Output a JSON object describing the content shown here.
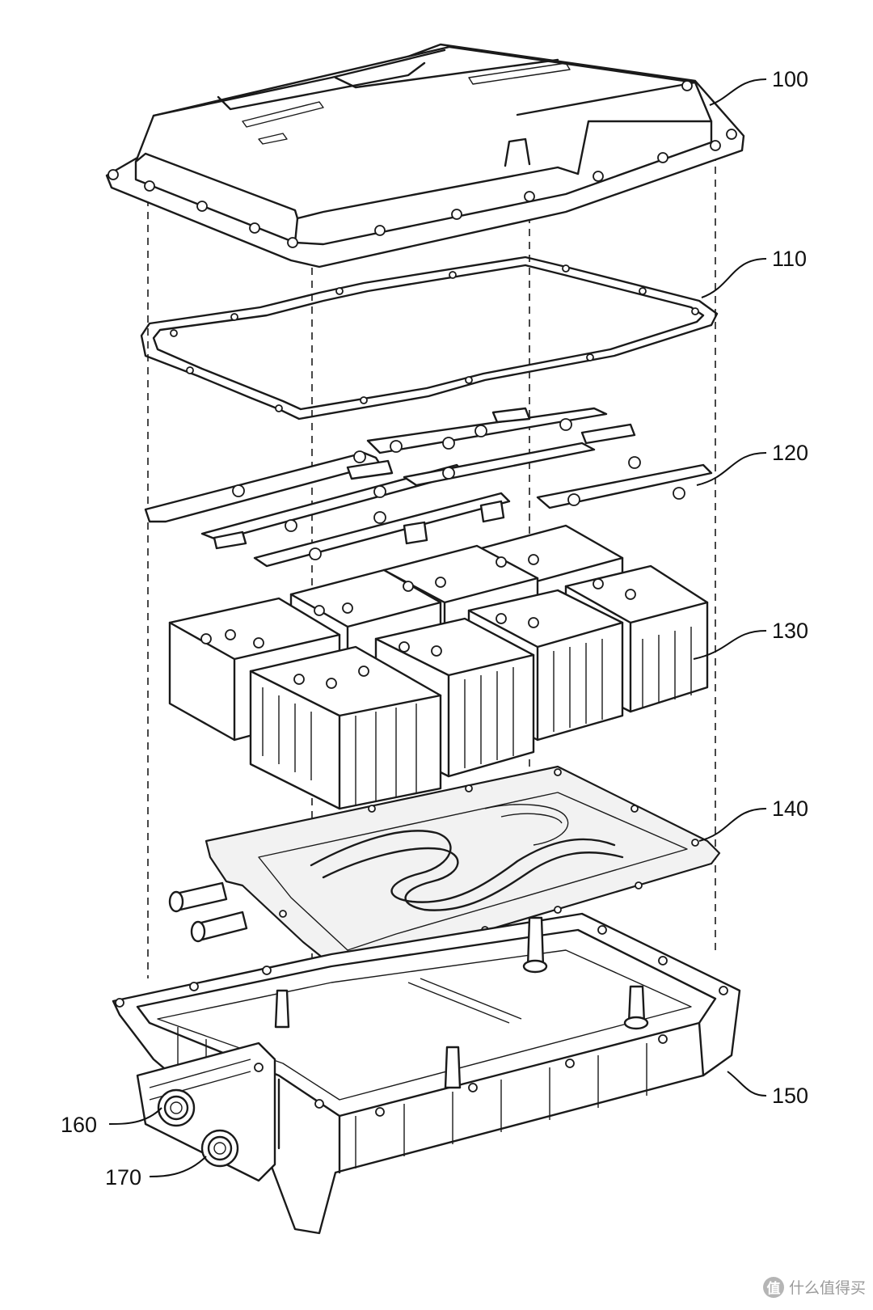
{
  "figure": {
    "labels": {
      "l100": "100",
      "l110": "110",
      "l120": "120",
      "l130": "130",
      "l140": "140",
      "l150": "150",
      "l160": "160",
      "l170": "170"
    },
    "watermark": {
      "icon": "zhi-badge-icon",
      "text": "什么值得买"
    }
  }
}
